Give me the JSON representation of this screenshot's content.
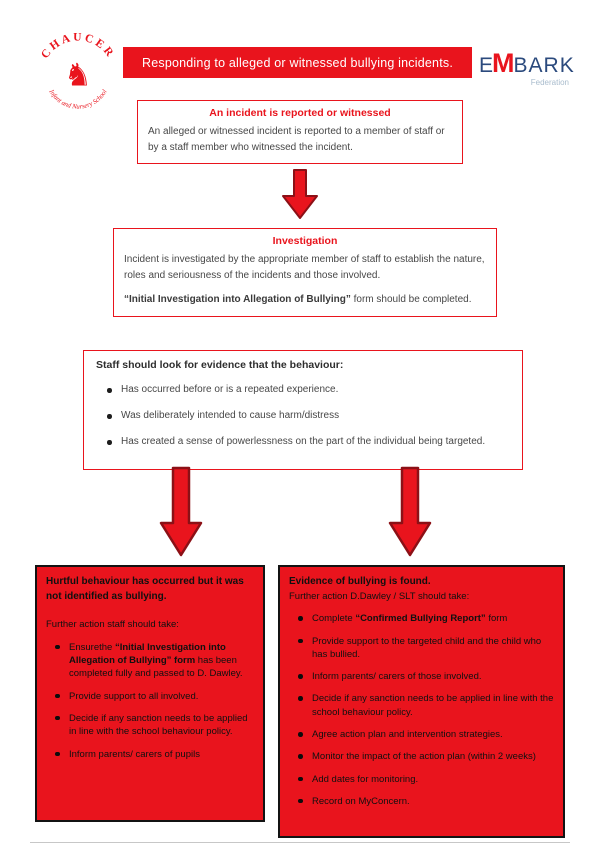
{
  "header": {
    "banner_title": "Responding to alleged or witnessed bullying incidents.",
    "chaucer_logo": {
      "arc_top": "CHAUCER",
      "arc_bottom": "Infant and Nursery School",
      "horse_glyph": "♞"
    },
    "embark_logo": {
      "letter_e": "E",
      "letter_m": "M",
      "letters_bark": "BARK",
      "subtitle": "Federation"
    }
  },
  "flow": {
    "reported": {
      "title": "An incident is reported or witnessed",
      "body": "An alleged or witnessed incident is reported to a member of staff or by a staff member who witnessed the incident."
    },
    "investigation": {
      "title": "Investigation",
      "body": "Incident is investigated by the appropriate member of staff to establish the nature, roles and seriousness of the incidents and those involved.",
      "form_bold": "“Initial Investigation into Allegation of Bullying”",
      "form_rest": " form should be completed."
    },
    "evidence": {
      "heading": "Staff should look for evidence that the behaviour:",
      "bullets": [
        "Has occurred before or is a repeated experience.",
        "Was deliberately intended to cause harm/distress",
        "Has created a sense of powerlessness on the part of the individual being targeted."
      ]
    },
    "hurtful": {
      "heading": "Hurtful behaviour has occurred but it was not identified as bullying.",
      "intro": "Further action staff should take:",
      "bullet1_pre": "Ensurethe  ",
      "bullet1_bold": "“Initial Investigation into Allegation of Bullying” form ",
      "bullet1_post": " has been completed fully and passed to D. Dawley.",
      "bullets": [
        "Provide support to all involved.",
        "Decide if any sanction needs to be applied in line with the school behaviour policy.",
        "Inform parents/ carers of pupils"
      ]
    },
    "bullying_found": {
      "heading": "Evidence of bullying is found.",
      "intro": "Further action D.Dawley / SLT should take:",
      "bullet1_pre": "Complete ",
      "bullet1_bold": "“Confirmed Bullying Report”",
      "bullet1_post": " form",
      "bullets": [
        "Provide support to the targeted child and the child who has bullied.",
        "Inform parents/ carers of those involved.",
        "Decide if any sanction needs to be applied in line with the school behaviour policy.",
        "Agree action plan and intervention strategies.",
        "Monitor the impact of the action plan (within 2 weeks)",
        "Add dates for monitoring.",
        "Record on MyConcern."
      ]
    }
  },
  "colors": {
    "red": "#e9141d",
    "arrow_outline": "#8c1016",
    "embark_blue": "#2b4a7d",
    "body_text": "#454545"
  }
}
